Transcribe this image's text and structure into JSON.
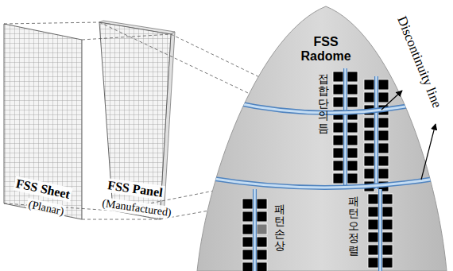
{
  "diagram": {
    "labels": [
      "FSS Sheet",
      "(Planar)",
      "FSS Panel",
      "(Manufactured)",
      "FSS Radome",
      "Discontinuity line",
      "접합단의틈",
      "패턴오정렬",
      "패턴손상"
    ]
  }
}
